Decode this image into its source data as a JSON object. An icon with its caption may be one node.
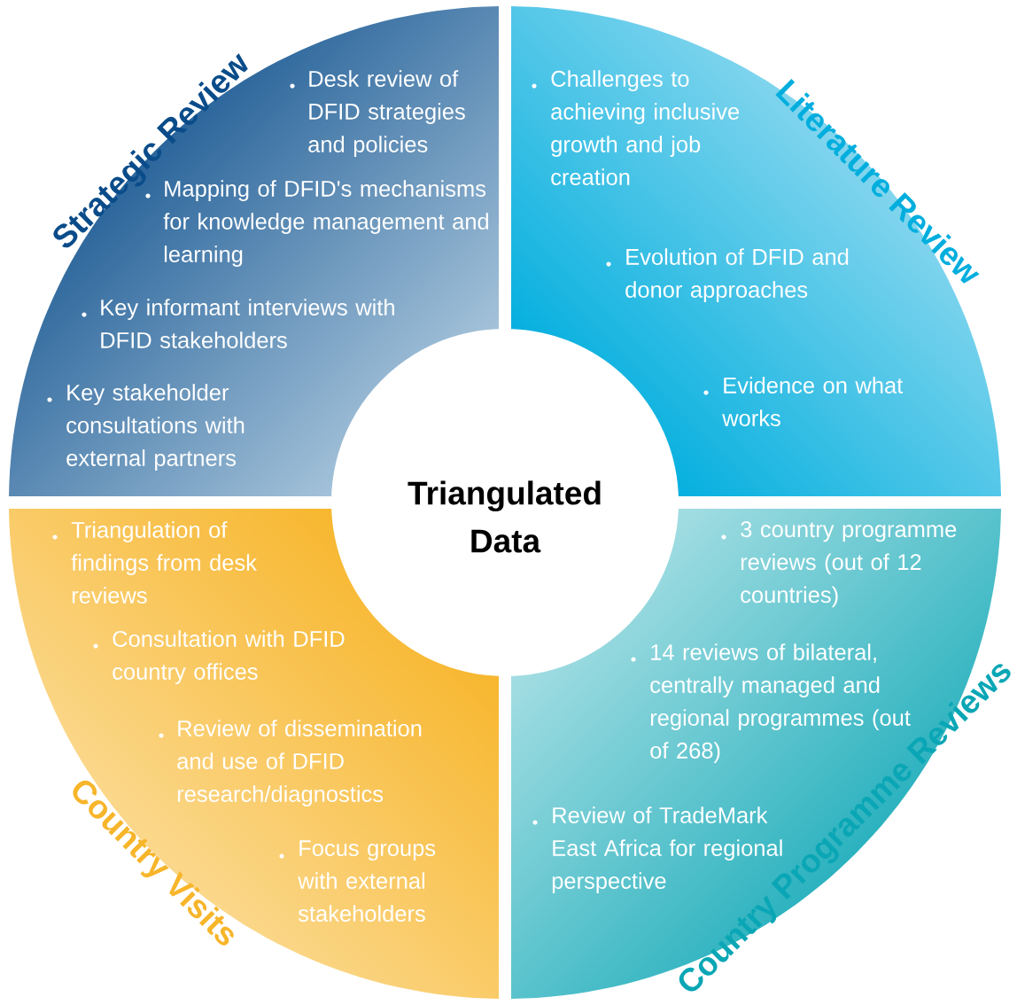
{
  "diagram": {
    "nodes": [
      {
        "text": [
          "Strategic Review",
          "Desk review of DFID strategies and policies",
          "Mapping of DFID's mechanisms for knowledge management and learning",
          "Key informant interviews with DFID stakeholders",
          "Key stakeholder consultations with external partners"
        ]
      },
      {
        "text": [
          "Literature Review",
          "Challenges to achieving inclusive growth and job creation",
          "Evolution of DFID and donor approaches",
          "Evidence on what works"
        ]
      },
      {
        "text": [
          "Triangulated Data"
        ]
      },
      {
        "text": [
          "Country Visits",
          "Triangulation of findings from desk reviews",
          "Consultation with DFID country offices",
          "Review of dissemination and use of DFID research/diagnostics",
          "Focus groups with external stakeholders"
        ]
      },
      {
        "text": [
          "Country Programme Reviews",
          "3 country programme reviews (out of 12 countries)",
          "14 reviews of bilateral, centrally managed and regional programmes (out of 268)",
          "Review of TradeMark East Africa for regional perspective"
        ]
      }
    ]
  }
}
